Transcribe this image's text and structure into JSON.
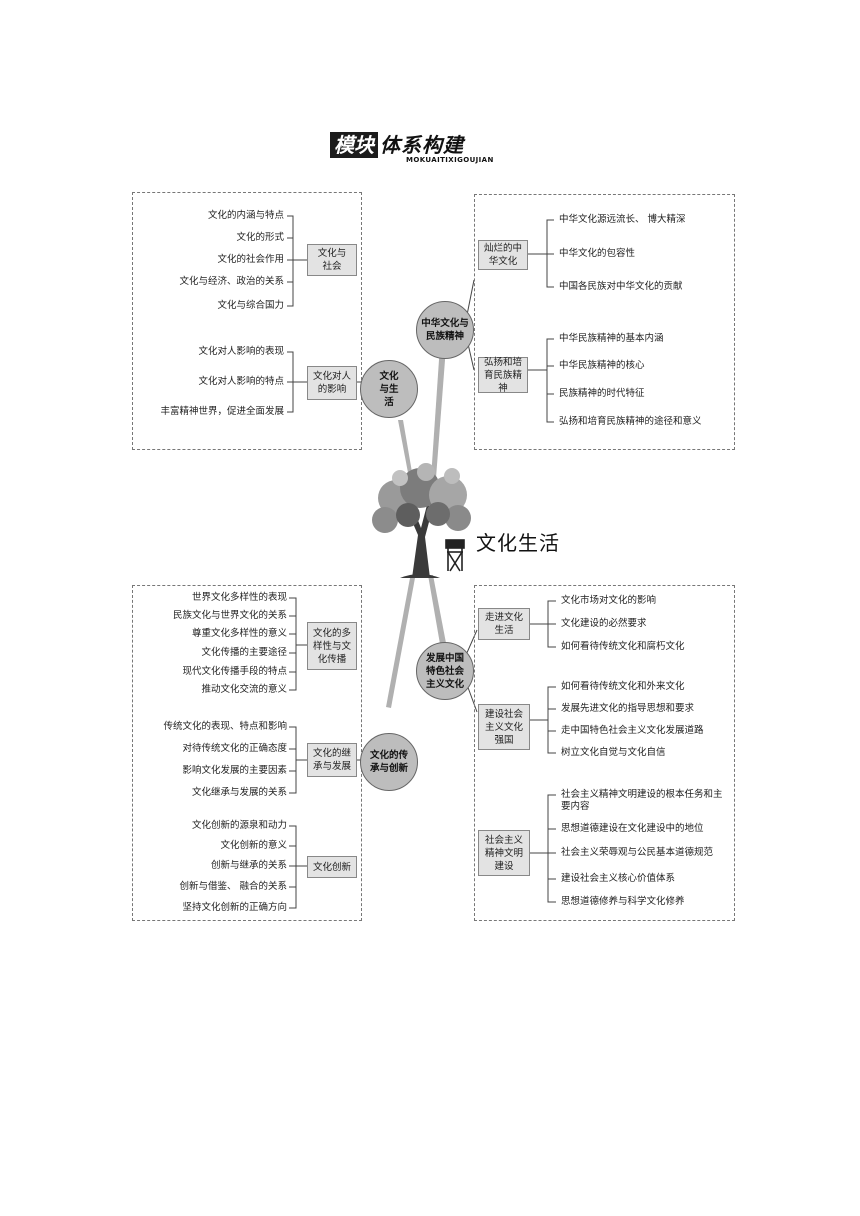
{
  "banner": {
    "title_a": "模块",
    "title_b": "体系构建",
    "subtitle": "MOKUAITIXIGOUJIAN"
  },
  "center": {
    "title": "文化生活"
  },
  "hubs": {
    "life": "文化与生活",
    "chinese": "中华文化与民族精神",
    "inherit": "文化的传承与创新",
    "develop": "发展中国特色社会主义文化"
  },
  "top_left": {
    "group1": {
      "label": "文化与社会",
      "items": [
        "文化的内涵与特点",
        "文化的形式",
        "文化的社会作用",
        "文化与经济、政治的关系",
        "文化与综合国力"
      ]
    },
    "group2": {
      "label": "文化对人的影响",
      "items": [
        "文化对人影响的表现",
        "文化对人影响的特点",
        "丰富精神世界，促进全面发展"
      ]
    }
  },
  "top_right": {
    "group1": {
      "label": "灿烂的中华文化",
      "items": [
        "中华文化源远流长、 博大精深",
        "中华文化的包容性",
        "中国各民族对中华文化的贡献"
      ]
    },
    "group2": {
      "label": "弘扬和培育民族精神",
      "items": [
        "中华民族精神的基本内涵",
        "中华民族精神的核心",
        "民族精神的时代特征",
        "弘扬和培育民族精神的途径和意义"
      ]
    }
  },
  "bottom_left": {
    "group1": {
      "label": "文化的多样性与文化传播",
      "items": [
        "世界文化多样性的表现",
        "民族文化与世界文化的关系",
        "尊重文化多样性的意义",
        "文化传播的主要途径",
        "现代文化传播手段的特点",
        "推动文化交流的意义"
      ]
    },
    "group2": {
      "label": "文化的继承与发展",
      "items": [
        "传统文化的表现、特点和影响",
        "对待传统文化的正确态度",
        "影响文化发展的主要因素",
        "文化继承与发展的关系"
      ]
    },
    "group3": {
      "label": "文化创新",
      "items": [
        "文化创新的源泉和动力",
        "文化创新的意义",
        "创新与继承的关系",
        "创新与借鉴、 融合的关系",
        "坚持文化创新的正确方向"
      ]
    }
  },
  "bottom_right": {
    "group1": {
      "label": "走进文化生活",
      "items": [
        "文化市场对文化的影响",
        "文化建设的必然要求",
        "如何看待传统文化和腐朽文化"
      ]
    },
    "group2": {
      "label": "建设社会主义文化强国",
      "items": [
        "如何看待传统文化和外来文化",
        "发展先进文化的指导思想和要求",
        "走中国特色社会主义文化发展道路",
        "树立文化自觉与文化自信"
      ]
    },
    "group3": {
      "label": "社会主义精神文明建设",
      "items": [
        "社会主义精神文明建设的根本任务和主要内容",
        "思想道德建设在文化建设中的地位",
        "社会主义荣辱观与公民基本道德规范",
        "建设社会主义核心价值体系",
        "思想道德修养与科学文化修养"
      ]
    }
  }
}
